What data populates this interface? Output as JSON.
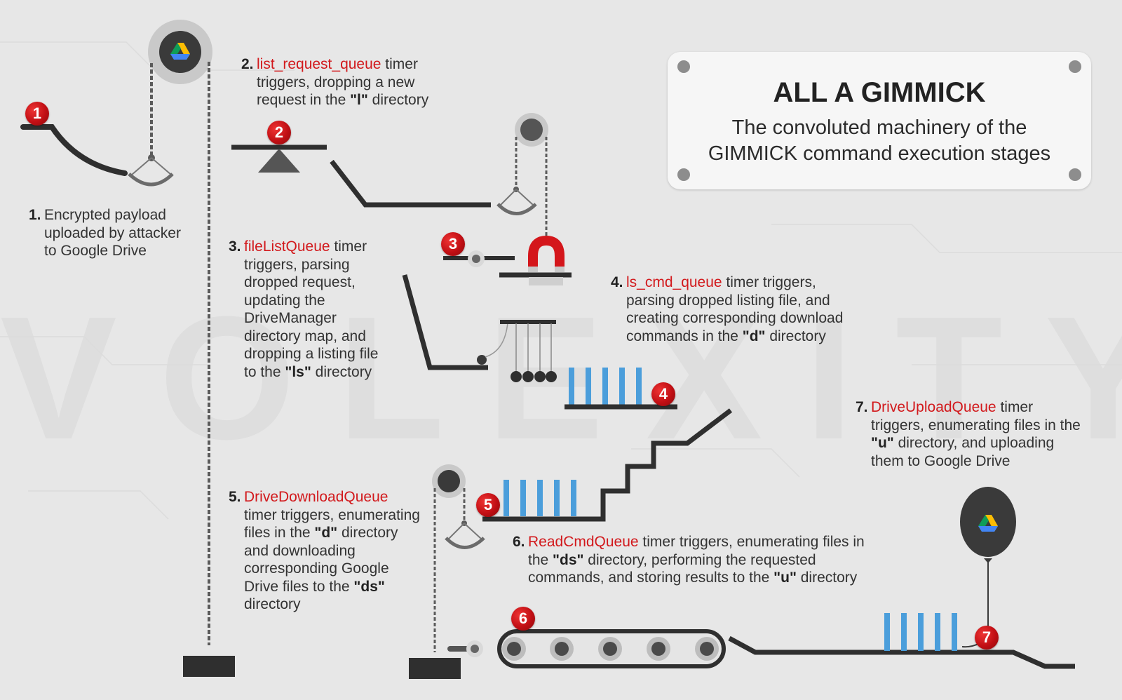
{
  "watermark": "VOLEXITY",
  "title_card": {
    "title": "ALL A GIMMICK",
    "subtitle_line1": "The convoluted machinery of the",
    "subtitle_line2": "GIMMICK command execution stages"
  },
  "markers": [
    "1",
    "2",
    "3",
    "4",
    "5",
    "6",
    "7"
  ],
  "steps": [
    {
      "num": "1.",
      "lines": [
        "Encrypted payload",
        "uploaded by attacker",
        "to Google Drive"
      ]
    },
    {
      "num": "2.",
      "queue": "list_request_queue",
      "after": " timer",
      "lines": [
        "triggers, dropping a new"
      ],
      "last_pre": "request in the ",
      "last_bold": "\"l\"",
      "last_post": " directory"
    },
    {
      "num": "3.",
      "queue": "fileListQueue",
      "after": " timer",
      "lines": [
        "triggers, parsing",
        "dropped request,",
        "updating the",
        "DriveManager",
        "directory map, and",
        "dropping a listing file"
      ],
      "last_pre": "to the ",
      "last_bold": "\"ls\"",
      "last_post": " directory"
    },
    {
      "num": "4.",
      "queue": "ls_cmd_queue",
      "after": " timer triggers,",
      "lines": [
        "parsing dropped listing file, and",
        "creating corresponding download"
      ],
      "last_pre": "commands in the ",
      "last_bold": "\"d\"",
      "last_post": " directory"
    },
    {
      "num": "5.",
      "queue": "DriveDownloadQueue",
      "after": "",
      "lines": [
        "timer triggers, enumerating"
      ],
      "mid_pre": "files in the ",
      "mid_bold": "\"d\"",
      "mid_post": " directory",
      "lines2": [
        "and downloading",
        "corresponding Google"
      ],
      "last_pre": "Drive files to the ",
      "last_bold": "\"ds\"",
      "last_post": "",
      "tail": "directory"
    },
    {
      "num": "6.",
      "queue": "ReadCmdQueue",
      "after": " timer triggers, enumerating files in",
      "mid_pre": "the ",
      "mid_bold": "\"ds\"",
      "mid_post": " directory, performing the requested",
      "last_pre": "commands, and storing results to the ",
      "last_bold": "\"u\"",
      "last_post": " directory"
    },
    {
      "num": "7.",
      "queue": "DriveUploadQueue",
      "after": " timer",
      "lines": [
        "triggers, enumerating files in the"
      ],
      "mid_pre": "",
      "mid_bold": "\"u\"",
      "mid_post": " directory, and uploading",
      "last_pre": "them to Google Drive",
      "last_bold": "",
      "last_post": ""
    }
  ],
  "icons": [
    "google-drive-icon"
  ],
  "colors": {
    "accent_red": "#d2191c",
    "machine_dark": "#2f2f2f",
    "file_blue": "#4b9edb",
    "background": "#e7e7e7"
  }
}
